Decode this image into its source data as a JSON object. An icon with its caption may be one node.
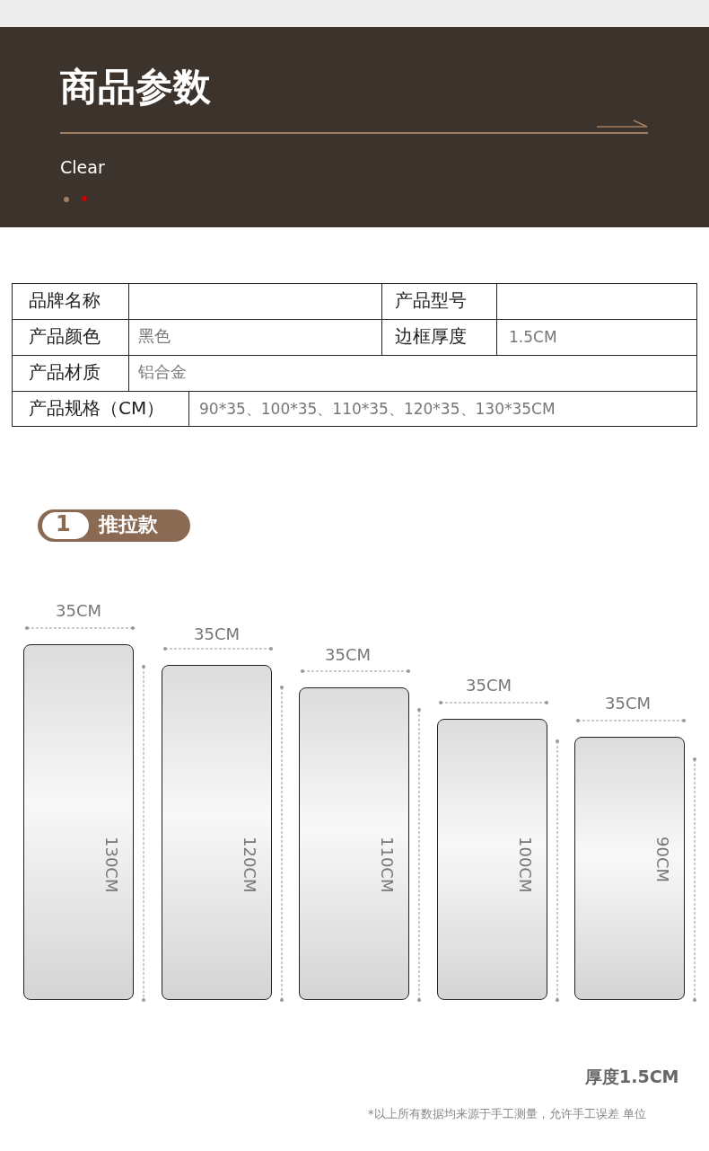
{
  "diagram": {
    "title": "商品参数",
    "nodes": [
      {
        "text": [
          "130CM"
        ]
      },
      {
        "text": [
          "120CM"
        ]
      },
      {
        "text": [
          "110CM"
        ]
      },
      {
        "text": [
          "100CM"
        ]
      },
      {
        "text": [
          "90CM"
        ]
      }
    ],
    "labels": [
      "Clear",
      "品牌名称",
      "产品型号",
      "产品颜色",
      "黑色",
      "边框厚度",
      "1.5CM",
      "产品材质",
      "铝合金",
      "产品规格（CM）",
      "90*35、100*35、110*35、120*35、130*35CM",
      "1",
      "推拉款",
      "35CM",
      "35CM",
      "35CM",
      "35CM",
      "35CM",
      "厚度1.5CM",
      "*以上所有数据均来源于手工测量，允许手工误差 单位"
    ]
  }
}
